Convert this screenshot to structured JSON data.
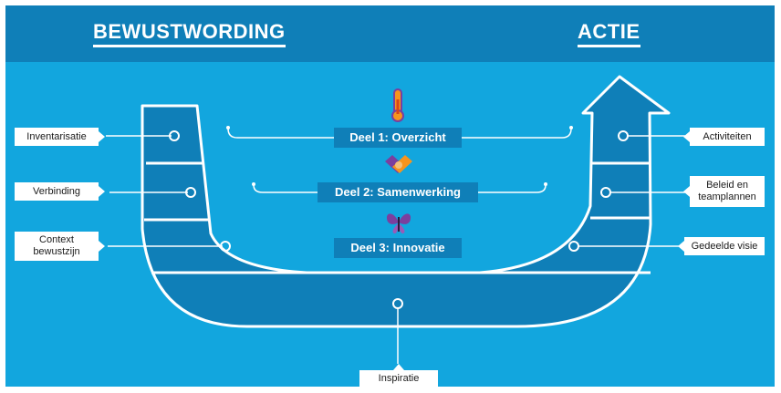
{
  "header": {
    "left_title": "BEWUSTWORDING",
    "right_title": "ACTIE"
  },
  "parts": [
    {
      "label": "Deel 1: Overzicht",
      "icon": "thermometer-icon"
    },
    {
      "label": "Deel 2: Samenwerking",
      "icon": "handshake-icon"
    },
    {
      "label": "Deel 3: Innovatie",
      "icon": "butterfly-icon"
    }
  ],
  "left_labels": [
    "Inventarisatie",
    "Verbinding",
    "Context bewustzijn"
  ],
  "right_labels": [
    "Activiteiten",
    "Beleid en teamplannen",
    "Gedeelde visie"
  ],
  "bottom_label": "Inspiratie",
  "colors": {
    "background": "#12a6de",
    "header_bar": "#0f7fb8",
    "shape": "#0f7fb8",
    "accent_purple": "#7b3f9e",
    "accent_orange": "#f7941d"
  }
}
